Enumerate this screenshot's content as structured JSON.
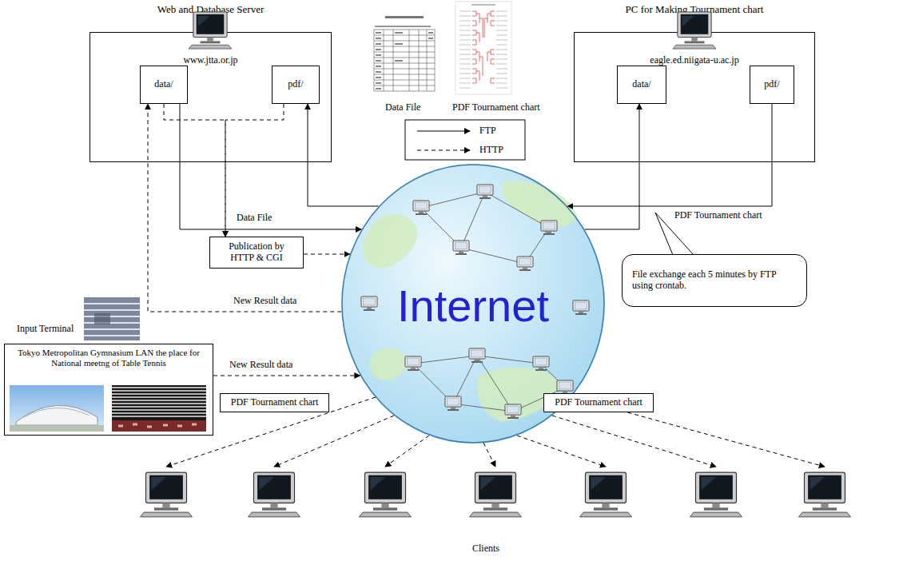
{
  "diagram": {
    "nodes": [
      {
        "text": [
          "Web and Database Server",
          "www.jtta.or.jp"
        ]
      },
      {
        "text": [
          "data/"
        ],
        "in": 0
      },
      {
        "text": [
          "pdf/"
        ],
        "in": 0
      },
      {
        "text": [
          "PC for Making Tournament chart",
          "eagle.ed.niigata-u.ac.jp"
        ]
      },
      {
        "text": [
          "data/"
        ],
        "in": 3
      },
      {
        "text": [
          "pdf/"
        ],
        "in": 3
      },
      {
        "text": [
          "Publication by HTTP & CGI"
        ]
      },
      {
        "text": [
          "Input Terminal",
          "Tokyo Metropolitan Gymnasium LAN the place for National meetng of Table Tennis"
        ]
      },
      {
        "text": [
          "Internet"
        ]
      },
      {
        "text": [
          "PDF Tournament chart"
        ]
      },
      {
        "text": [
          "PDF Tournament chart"
        ]
      },
      {
        "text": [
          "File exchange each 5 minutes by FTP using crontab."
        ]
      }
    ],
    "edges": [
      {
        "from": 7,
        "to": 8,
        "label": "New Result data",
        "arrow": "to"
      },
      {
        "from": 8,
        "to": 1,
        "label": "New Result data",
        "arrow": "to"
      },
      {
        "from": 1,
        "to": 8,
        "label": "Data File",
        "arrow": "to"
      },
      {
        "from": 8,
        "to": 4,
        "arrow": "to"
      },
      {
        "from": 5,
        "to": 8,
        "label": "PDF Tournament chart",
        "arrow": "to"
      },
      {
        "from": 8,
        "to": 2,
        "arrow": "to"
      },
      {
        "from": 6,
        "to": 8,
        "arrow": "to"
      },
      {
        "from": 1,
        "to": 6,
        "arrow": "to"
      },
      {
        "from": 2,
        "to": 6,
        "arrow": "to"
      }
    ],
    "labels": [
      "Data File",
      "PDF Tournament chart",
      "Clients"
    ],
    "legend": [
      {
        "text": "FTP"
      },
      {
        "text": "HTTP"
      }
    ]
  }
}
